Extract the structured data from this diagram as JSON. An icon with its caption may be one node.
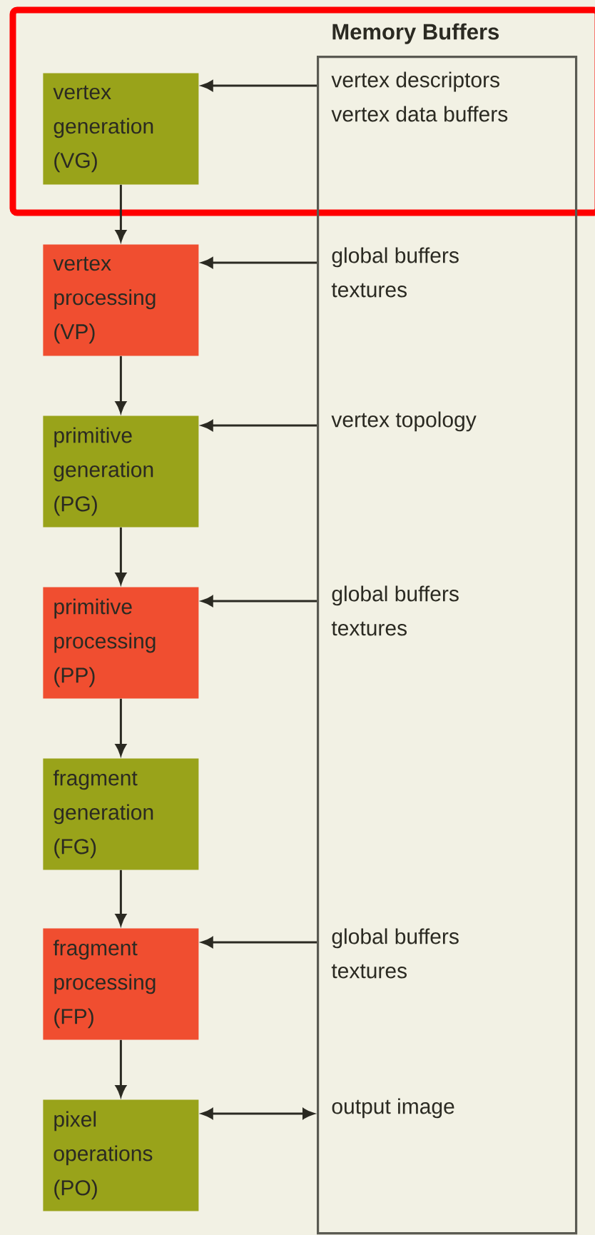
{
  "diagram": {
    "nodes": [
      {
        "text": [
          "vertex generation (VG)"
        ]
      },
      {
        "text": [
          "vertex processing (VP)"
        ]
      },
      {
        "text": [
          "primitive generation (PG)"
        ]
      },
      {
        "text": [
          "primitive processing (PP)"
        ]
      },
      {
        "text": [
          "fragment generation (FG)"
        ]
      },
      {
        "text": [
          "fragment processing (FP)"
        ]
      },
      {
        "text": [
          "pixel operations (PO)"
        ]
      },
      {
        "text": [
          "Memory Buffers"
        ]
      },
      {
        "text": [
          "vertex descriptors",
          "vertex data buffers"
        ],
        "in": 7
      },
      {
        "text": [
          "global buffers",
          "textures"
        ],
        "in": 7
      },
      {
        "text": [
          "vertex topology"
        ],
        "in": 7
      },
      {
        "text": [
          "global buffers",
          "textures"
        ],
        "in": 7
      },
      {
        "text": [
          "global buffers",
          "textures"
        ],
        "in": 7
      },
      {
        "text": [
          "output image"
        ],
        "in": 7
      }
    ],
    "edges": [
      {
        "from": 0,
        "to": 1,
        "arrow": "to"
      },
      {
        "from": 1,
        "to": 2,
        "arrow": "to"
      },
      {
        "from": 2,
        "to": 3,
        "arrow": "to"
      },
      {
        "from": 3,
        "to": 4,
        "arrow": "to"
      },
      {
        "from": 4,
        "to": 5,
        "arrow": "to"
      },
      {
        "from": 5,
        "to": 6,
        "arrow": "to"
      },
      {
        "from": 8,
        "to": 0,
        "arrow": "to"
      },
      {
        "from": 9,
        "to": 1,
        "arrow": "to"
      },
      {
        "from": 10,
        "to": 2,
        "arrow": "to"
      },
      {
        "from": 11,
        "to": 3,
        "arrow": "to"
      },
      {
        "from": 12,
        "to": 5,
        "arrow": "to"
      },
      {
        "from": 13,
        "to": 6,
        "arrow": "both"
      }
    ]
  }
}
